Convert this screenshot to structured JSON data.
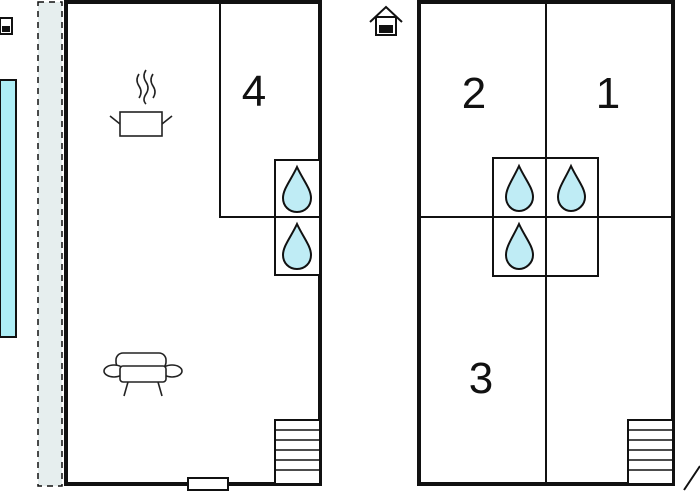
{
  "floor_plan": {
    "ground_floor": {
      "room_labels": [
        "4"
      ],
      "symbols": [
        "pool-icon",
        "terrace-icon",
        "kitchen-pot-icon",
        "sofa-icon",
        "water-drop-icon",
        "water-drop-icon",
        "stairs-icon",
        "door-icon"
      ]
    },
    "upper_floor": {
      "room_labels": [
        "2",
        "1",
        "3"
      ],
      "symbols": [
        "house-icon",
        "water-drop-icon",
        "water-drop-icon",
        "water-drop-icon",
        "stairs-icon"
      ]
    },
    "colors": {
      "walls": "#111111",
      "water": "#bfecf5",
      "pool": "#aeeef6",
      "terrace": "#e6eeee",
      "stroke": "#222222"
    }
  }
}
